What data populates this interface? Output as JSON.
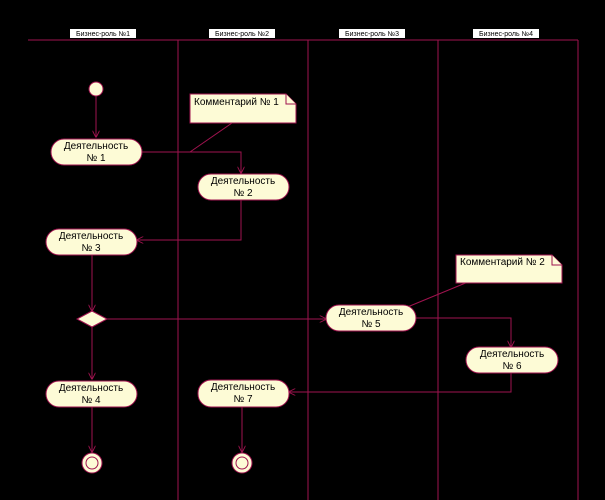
{
  "lanes": [
    {
      "title": "Бизнес-роль №1"
    },
    {
      "title": "Бизнес-роль №2"
    },
    {
      "title": "Бизнес-роль №3"
    },
    {
      "title": "Бизнес-роль №4"
    }
  ],
  "activities": [
    {
      "line1": "Деятельность",
      "line2": "№ 1"
    },
    {
      "line1": "Деятельность",
      "line2": "№ 2"
    },
    {
      "line1": "Деятельность",
      "line2": "№ 3"
    },
    {
      "line1": "Деятельность",
      "line2": "№ 4"
    },
    {
      "line1": "Деятельность",
      "line2": "№ 5"
    },
    {
      "line1": "Деятельность",
      "line2": "№ 6"
    },
    {
      "line1": "Деятельность",
      "line2": "№ 7"
    }
  ],
  "notes": [
    {
      "text": "Комментарий № 1"
    },
    {
      "text": "Комментарий № 2"
    }
  ],
  "colors": {
    "background": "#000000",
    "line": "#a0134f",
    "fill": "#fdfbd6"
  }
}
